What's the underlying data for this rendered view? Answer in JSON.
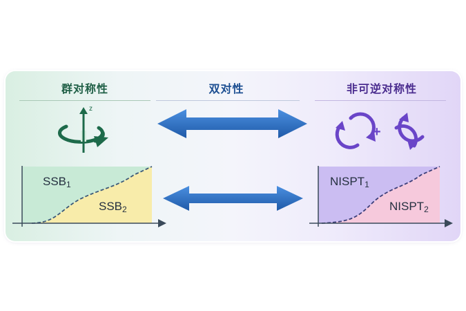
{
  "titles": {
    "left": "群对称性",
    "middle": "双对性",
    "right": "非可逆对称性"
  },
  "icons": {
    "left": "rotation-axis-icon",
    "left_axis_label": "z",
    "right": "two-circular-arrows-icon",
    "right_plus": "+"
  },
  "plots": {
    "left": {
      "region_top": {
        "name": "SSB",
        "sub": "1"
      },
      "region_bottom": {
        "name": "SSB",
        "sub": "2"
      }
    },
    "right": {
      "region_top": {
        "name": "NISPT",
        "sub": "1"
      },
      "region_bottom": {
        "name": "NISPT",
        "sub": "2"
      }
    }
  },
  "colors": {
    "green_fill": "#c8ead6",
    "yellow_fill": "#f8ecaa",
    "purple_fill": "#cbbdf2",
    "pink_fill": "#f6c9dc",
    "arrow_blue": "#2f6fc0",
    "green_icon": "#1d6a4a",
    "purple_icon": "#6a45c8"
  }
}
